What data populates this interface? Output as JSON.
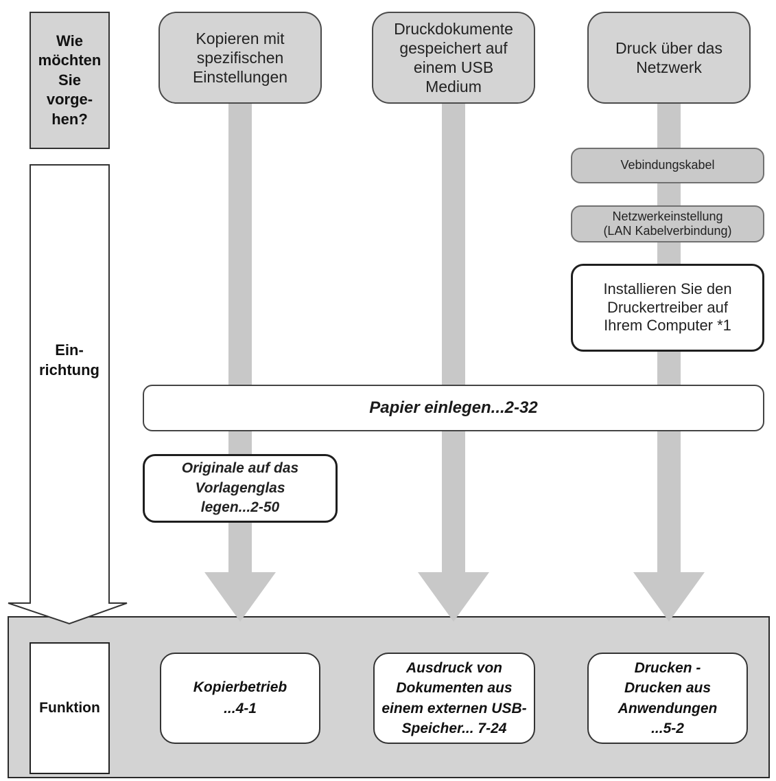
{
  "side": {
    "question": "Wie\nmöchten\nSie\nvorge-\nhen?",
    "setup": "Ein-\nrichtung",
    "function": "Funktion"
  },
  "paths": {
    "copy": {
      "label": "Kopieren mit\nspezifischen\nEinstellungen"
    },
    "usb": {
      "label": "Druckdokumente\ngespeichert auf\neinem USB\nMedium"
    },
    "network": {
      "label": "Druck über das\nNetzwerk"
    }
  },
  "network_steps": {
    "cable": "Vebindungskabel",
    "settings": "Netzwerkeinstellung\n(LAN Kabelverbindung)",
    "driver": "Installieren Sie den\nDruckertreiber auf\nIhrem Computer *1"
  },
  "shared_step": {
    "paper": "Papier einlegen...2-32"
  },
  "copy_step": {
    "originals": "Originale auf das\nVorlagenglas\nlegen...2-50"
  },
  "functions": {
    "copy": "Kopierbetrieb\n...4-1",
    "usb": "Ausdruck von\nDokumenten aus\neinem externen USB-\nSpeicher... 7-24",
    "network": "Drucken -\nDrucken aus\nAnwendungen\n...5-2"
  },
  "colors": {
    "flow_arrow": "#c8c8c8",
    "function_panel": "#d3d3d3",
    "gray_box": "#d4d4d4",
    "border": "#1e1e1e"
  }
}
